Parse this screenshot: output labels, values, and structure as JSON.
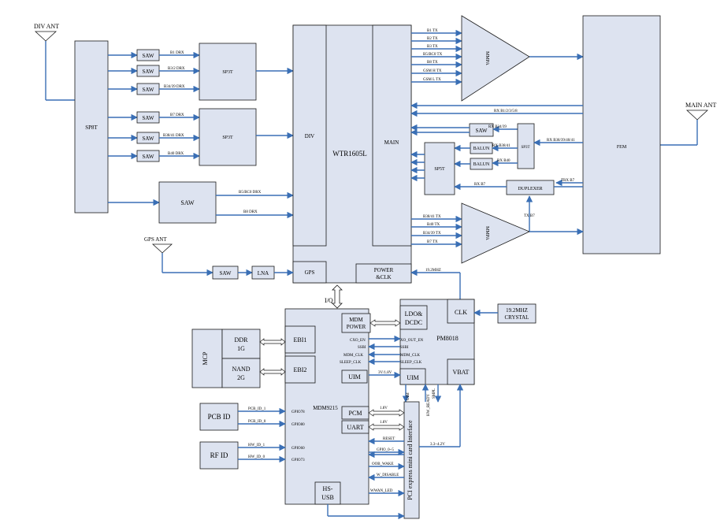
{
  "antennas": {
    "div": "DIV ANT",
    "main": "MAIN ANT",
    "gps": "GPS ANT"
  },
  "blocks": {
    "sp8t": "SP8T",
    "sp3t_a": "SP3T",
    "sp3t_b": "SP3T",
    "saw": "SAW",
    "wtr": "WTR1605L",
    "div": "DIV",
    "main": "MAIN",
    "gps": "GPS",
    "power_clk_1": "POWER",
    "power_clk_2": "&CLK",
    "mmpa": "MMPA",
    "fem": "FEM",
    "sp3t_rx": "SP3T",
    "sp5t": "SP5T",
    "balun": "BALUN",
    "duplexer": "DUPLEXER",
    "lna": "LNA",
    "ldo_1": "LDO&",
    "ldo_2": "DCDC",
    "clk": "CLK",
    "pm8018": "PM8018",
    "crystal_1": "19.2MHZ",
    "crystal_2": "CRYSTAL",
    "vbat": "VBAT",
    "uim": "UIM",
    "mcp": "MCP",
    "ddr_1": "DDR",
    "ddr_2": "1G",
    "nand_1": "NAND",
    "nand_2": "2G",
    "ebi1": "EBI1",
    "ebi2": "EBI2",
    "mdm_power_1": "MDM",
    "mdm_power_2": "POWER",
    "mdm9215": "MDM9215",
    "pcm": "PCM",
    "uart": "UART",
    "hsusb_1": "HS-",
    "hsusb_2": "USB",
    "pcb_id": "PCB ID",
    "rf_id": "RF  ID",
    "pcie": "PCI express mini card Interface"
  },
  "saw_labels": [
    "B1 DRX",
    "B3/2 DRX",
    "B34/39 DRX",
    "B7 DRX",
    "B38/41 DRX",
    "B40 DRX"
  ],
  "drx_main": [
    "B5/BC0 DRX",
    "B8 DRX"
  ],
  "tx_top": [
    "B1 TX",
    "B2 TX",
    "B3 TX",
    "B5/BC0 TX",
    "B8 TX",
    "GSM H TX",
    "GSM L TX"
  ],
  "tx_bottom": [
    "B38/41 TX",
    "B40 TX",
    "B34/39 TX",
    "B7 TX"
  ],
  "rx_labels": {
    "rx_b1": "RX B1/2/3/5/8",
    "rx_b34": "RX B34/39",
    "rx_b38_41": "RX B38/41",
    "rx_b40": "RX B40",
    "rx_b38_all": "RX B38/39/40/41",
    "rx_b7": "RX B7",
    "trx_b7": "TRX B7",
    "tx_b7": "TX B7"
  },
  "signals": {
    "iq": "I/Q",
    "clk_192": "19.2MHZ",
    "cxo_en": "CXO_EN",
    "xo_out_en": "XO_OUT_EN",
    "ssbi": "SSBI",
    "mdm_clk": "MDM_CLK",
    "sleep_clk": "SLEEP_CLK",
    "v3_18": "3V/1.8V",
    "uim": "UIM",
    "smpl": "SMPL",
    "hw_ready": "HW_READY",
    "v18": "1.8V",
    "reset": "RESET",
    "gpio": "GPIO_0~5",
    "oob_wake": "OOB_WAKE",
    "w_disable": "W_DISABLE",
    "wwan_led": "WWAN_LED",
    "v33": "3.3~4.2V",
    "pcb_id_1": "PCB_ID_1",
    "pcb_id_0": "PCB_ID_0",
    "hw_id_1": "HW_ID_1",
    "hw_id_0": "HW_ID_0",
    "gpio78": "GPIO78",
    "gpio80": "GPIO80",
    "gpio60": "GPIO60",
    "gpio73": "GPIO73"
  },
  "colors": {
    "block_fill": "#dde3f0",
    "line": "#3a6fb5",
    "outline": "#1a1a1a"
  }
}
